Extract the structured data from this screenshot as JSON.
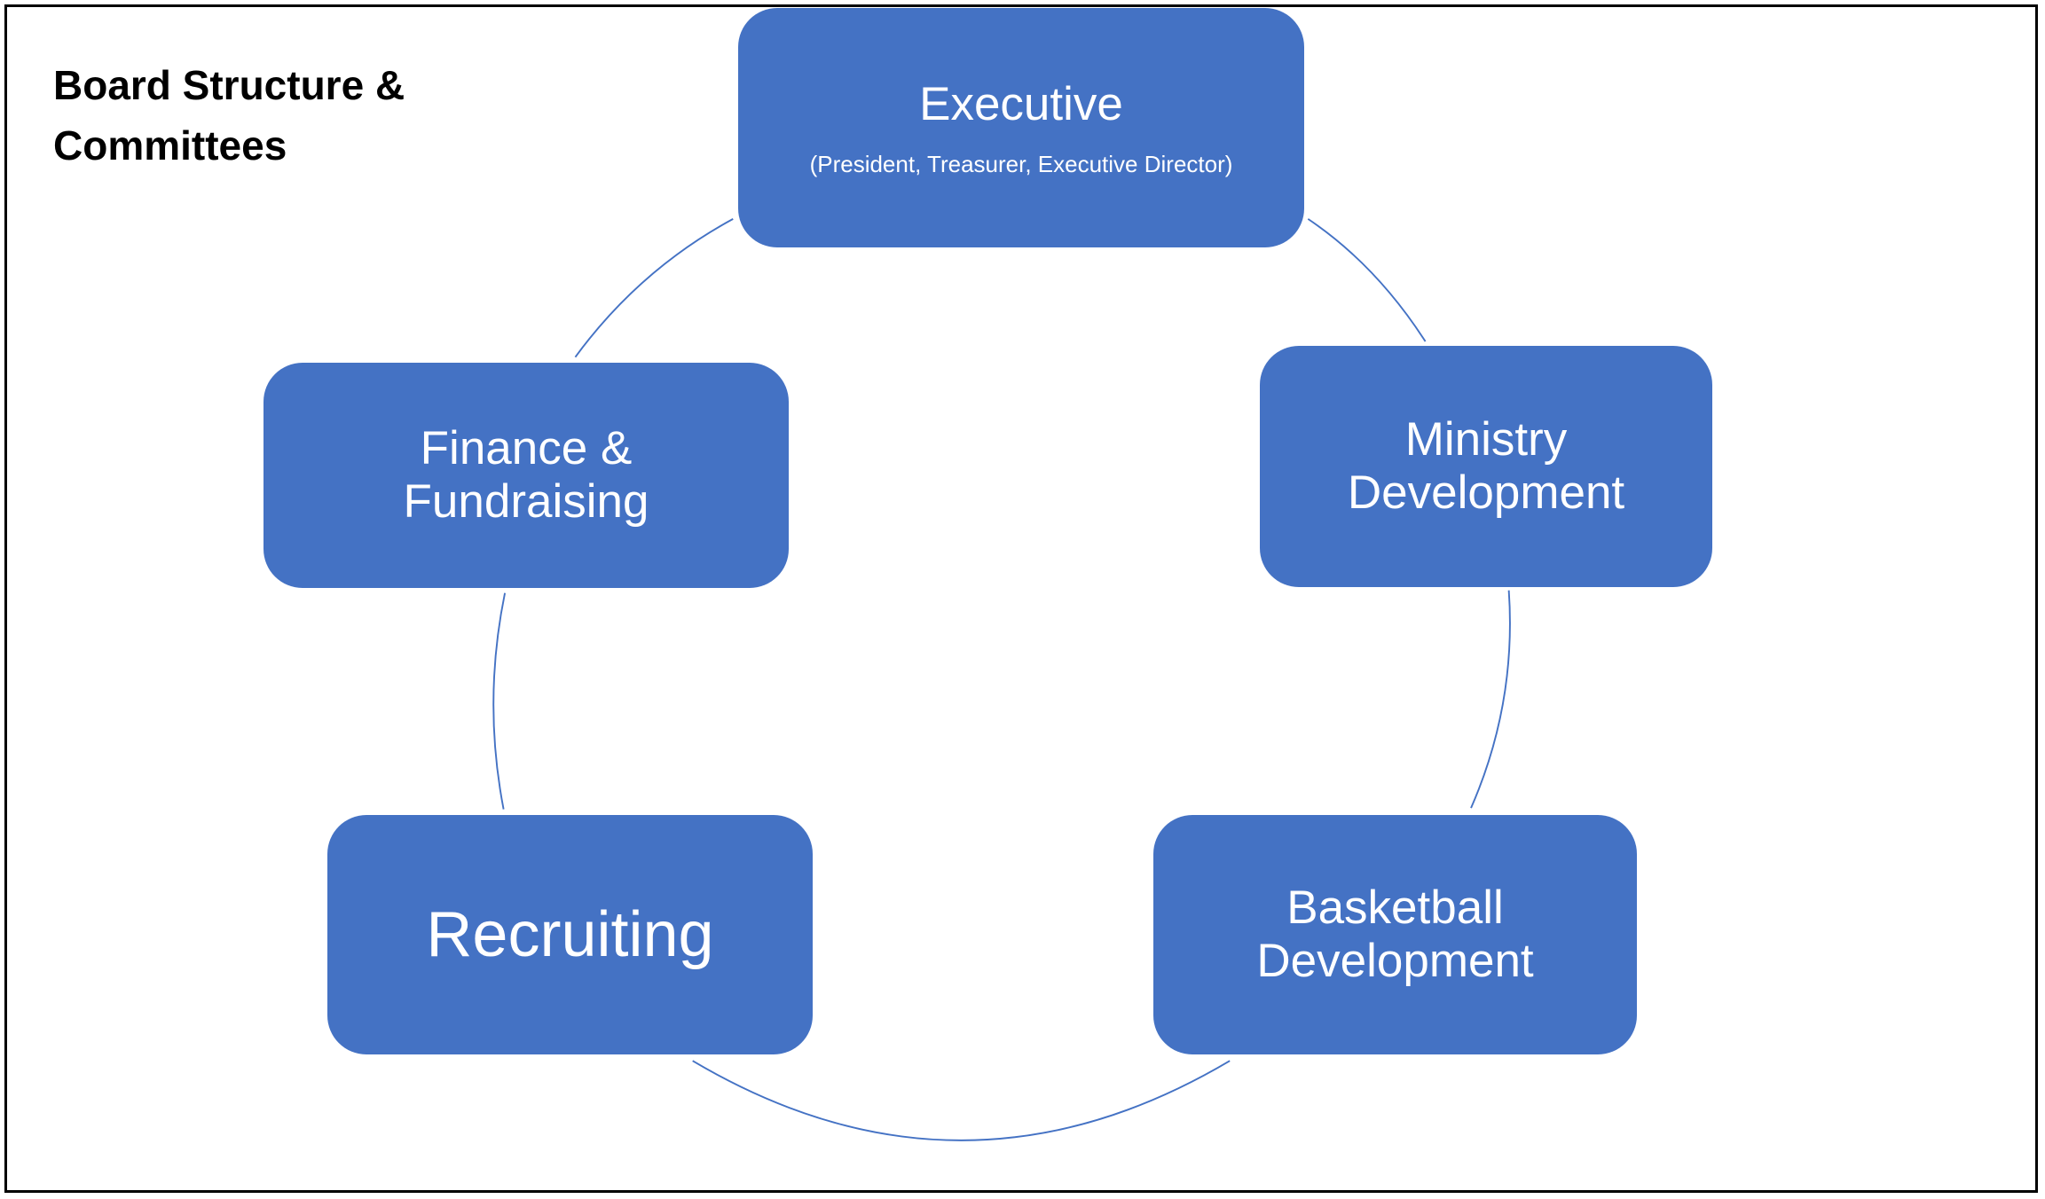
{
  "title": {
    "line1": "Board Structure &",
    "line2": "Committees"
  },
  "nodes": {
    "executive": {
      "label": "Executive",
      "sub": "(President, Treasurer, Executive Director)"
    },
    "ministry": {
      "line1": "Ministry",
      "line2": "Development"
    },
    "basketball": {
      "line1": "Basketball",
      "line2": "Development"
    },
    "recruiting": {
      "label": "Recruiting"
    },
    "finance": {
      "line1": "Finance &",
      "line2": "Fundraising"
    }
  },
  "colors": {
    "node_fill": "#4472C4",
    "connector": "#4472C4",
    "text": "#FFFFFF"
  }
}
